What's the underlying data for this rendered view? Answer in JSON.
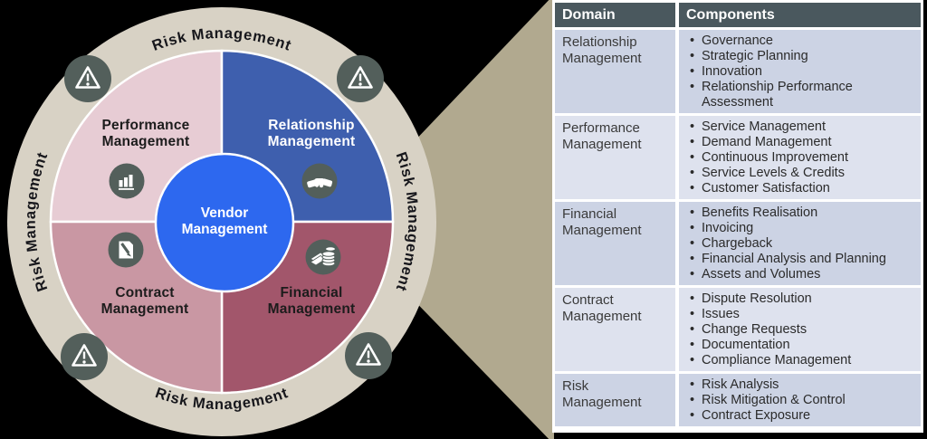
{
  "diagram": {
    "center": {
      "line1": "Vendor",
      "line2": "Management"
    },
    "ring_label": "Risk Management",
    "ring_icon": "warning-triangle",
    "quadrants": [
      {
        "name": "Performance Management",
        "line1": "Performance",
        "line2": "Management",
        "color": "#e7ccd4",
        "text_color": "#1c1c1c",
        "icon": "bar-chart"
      },
      {
        "name": "Relationship Management",
        "line1": "Relationship",
        "line2": "Management",
        "color": "#3e5fae",
        "text_color": "#ffffff",
        "icon": "handshake"
      },
      {
        "name": "Contract Management",
        "line1": "Contract",
        "line2": "Management",
        "color": "#c997a3",
        "text_color": "#1c1c1c",
        "icon": "document-pen"
      },
      {
        "name": "Financial Management",
        "line1": "Financial",
        "line2": "Management",
        "color": "#a2566b",
        "text_color": "#1c1c1c",
        "icon": "coins"
      }
    ],
    "colors": {
      "ring": "#d8d2c5",
      "funnel": "#b1a98f",
      "center_circle": "#2d68ef",
      "icon_circle": "#535f5b",
      "arc_text": "#17171c"
    }
  },
  "table": {
    "headers": [
      "Domain",
      "Components"
    ],
    "header_bg": "#4a585e",
    "row_bg_odd": "#ccd3e4",
    "row_bg_even": "#dee2ee",
    "rows": [
      {
        "domain": "Relationship Management",
        "components": [
          "Governance",
          "Strategic Planning",
          "Innovation",
          "Relationship Performance Assessment"
        ]
      },
      {
        "domain": "Performance Management",
        "components": [
          "Service Management",
          "Demand Management",
          "Continuous Improvement",
          "Service Levels & Credits",
          "Customer Satisfaction"
        ]
      },
      {
        "domain": "Financial Management",
        "components": [
          "Benefits Realisation",
          "Invoicing",
          "Chargeback",
          "Financial Analysis and Planning",
          "Assets and Volumes"
        ]
      },
      {
        "domain": "Contract Management",
        "components": [
          "Dispute Resolution",
          "Issues",
          "Change Requests",
          "Documentation",
          "Compliance Management"
        ]
      },
      {
        "domain": "Risk Management",
        "components": [
          "Risk Analysis",
          "Risk Mitigation & Control",
          "Contract Exposure"
        ]
      }
    ]
  }
}
